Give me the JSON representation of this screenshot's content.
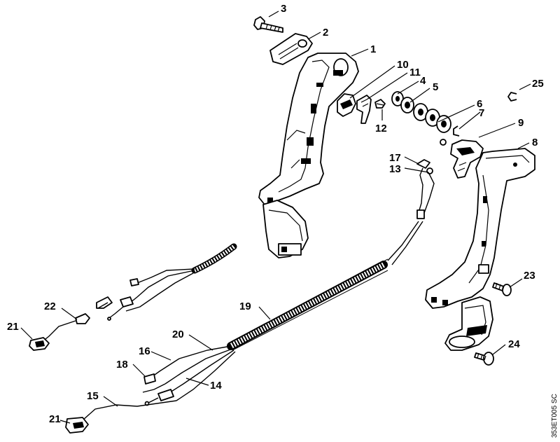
{
  "diagram": {
    "doc_code": "353ET005 SC",
    "callouts": [
      {
        "id": "c3",
        "label": "3"
      },
      {
        "id": "c2",
        "label": "2"
      },
      {
        "id": "c1",
        "label": "1"
      },
      {
        "id": "c10",
        "label": "10"
      },
      {
        "id": "c11",
        "label": "11"
      },
      {
        "id": "c4",
        "label": "4"
      },
      {
        "id": "c5",
        "label": "5"
      },
      {
        "id": "c25",
        "label": "25"
      },
      {
        "id": "c6",
        "label": "6"
      },
      {
        "id": "c7",
        "label": "7"
      },
      {
        "id": "c12",
        "label": "12"
      },
      {
        "id": "c9",
        "label": "9"
      },
      {
        "id": "c8",
        "label": "8"
      },
      {
        "id": "c17",
        "label": "17"
      },
      {
        "id": "c13",
        "label": "13"
      },
      {
        "id": "c23",
        "label": "23"
      },
      {
        "id": "c19",
        "label": "19"
      },
      {
        "id": "c22",
        "label": "22"
      },
      {
        "id": "c21a",
        "label": "21"
      },
      {
        "id": "c20",
        "label": "20"
      },
      {
        "id": "c24",
        "label": "24"
      },
      {
        "id": "c16",
        "label": "16"
      },
      {
        "id": "c18",
        "label": "18"
      },
      {
        "id": "c14",
        "label": "14"
      },
      {
        "id": "c15",
        "label": "15"
      },
      {
        "id": "c21b",
        "label": "21"
      }
    ]
  }
}
